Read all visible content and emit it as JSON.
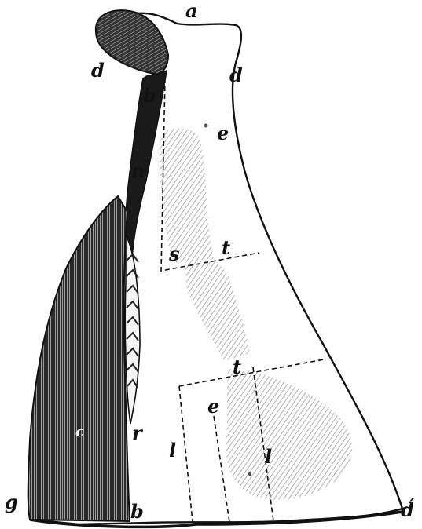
{
  "figure": {
    "labels": {
      "a": "a",
      "d_left": "d",
      "d_right": "d",
      "b_top": "b",
      "e_upper": "e",
      "n": "n",
      "s": "s",
      "t_upper": "t",
      "t_lower": "t",
      "e_lower": "e",
      "l_left": "l",
      "l_right": "l",
      "c": "c",
      "r": "r",
      "g": "g",
      "b_bottom": "b",
      "d_prime": "d́"
    }
  },
  "colors": {
    "ink": "#111111",
    "paper": "#ffffff",
    "stipple": "#9a9a9a"
  }
}
